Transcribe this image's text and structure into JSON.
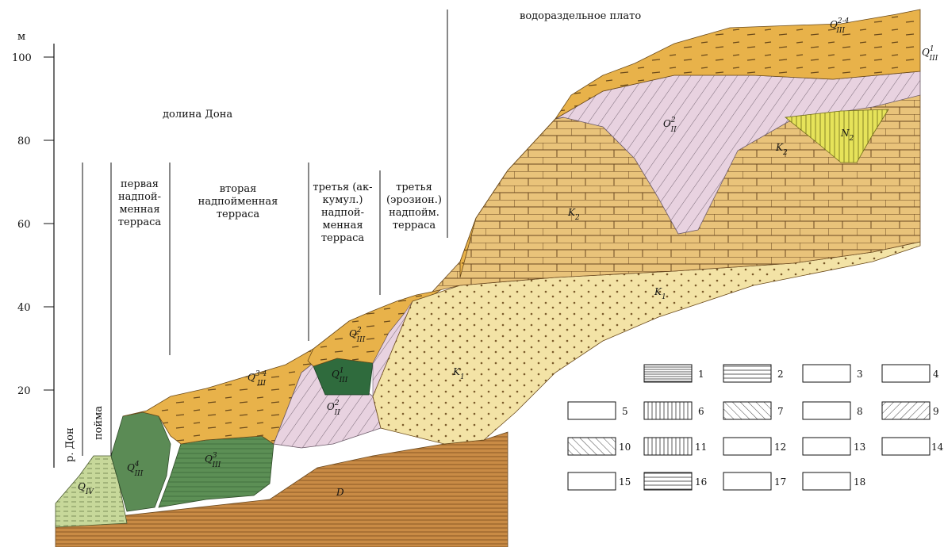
{
  "axis": {
    "unit": "м",
    "ticks": [
      "100",
      "80",
      "60",
      "40",
      "20"
    ]
  },
  "labels": {
    "plateau": "водораздельное плато",
    "valley": "долина Дона",
    "river": "р. Дон",
    "floodplain": "пойма",
    "terrace1": [
      "первая",
      "надпой-",
      "менная",
      "терраса"
    ],
    "terrace2": [
      "вторая",
      "надпойменная",
      "терраса"
    ],
    "terrace3a": [
      "третья (ак-",
      "кумул.)",
      "надпой-",
      "менная",
      "терраса"
    ],
    "terrace3e": [
      "третья",
      "(эрозион.)",
      "надпойм.",
      "терраса"
    ]
  },
  "strata": {
    "q3_2_4": "Q",
    "q3_2_4_sup": "2-4",
    "q3_2_4_sub": "III",
    "q3_1": "Q",
    "q3_1_sup": "1",
    "q3_1_sub": "III",
    "q2_2_plateau": "O",
    "q2_2_plateau_sup": "2",
    "q2_2_plateau_sub": "II",
    "k2_plateau": "K",
    "k2_plateau_sub": "2",
    "n2": "N",
    "n2_sub": "2",
    "k2_main": "K",
    "k2_main_sub": "2",
    "k1_top": "K",
    "k1_top_sub": "1",
    "k1_mid": "K",
    "k1_mid_sub": "1",
    "q3_2_t3": "Q",
    "q3_2_t3_sup": "2",
    "q3_2_t3_sub": "III",
    "q3_1_t3": "Q",
    "q3_1_t3_sup": "1",
    "q3_1_t3_sub": "III",
    "q2_2_t3": "O",
    "q2_2_t3_sup": "2",
    "q2_2_t3_sub": "II",
    "q3_34": "Q",
    "q3_34_sup": "3-4",
    "q3_34_sub": "III",
    "q3_3": "Q",
    "q3_3_sup": "3",
    "q3_3_sub": "III",
    "q3_4": "Q",
    "q3_4_sup": "4",
    "q3_4_sub": "III",
    "q4": "Q",
    "q4_sub": "IV",
    "d": "D"
  },
  "legend": [
    "1",
    "2",
    "3",
    "4",
    "5",
    "6",
    "7",
    "8",
    "9",
    "10",
    "11",
    "12",
    "13",
    "14",
    "15",
    "16",
    "17",
    "18"
  ],
  "colors": {
    "orange_loam": "#e8b24a",
    "sand_k1": "#f3e3a6",
    "limestone_k2": "#e9c37a",
    "pink_q2": "#e8d2e0",
    "green_dark": "#2f6b3d",
    "green_mid": "#5c8f55",
    "green_light": "#b9cf8c",
    "n2_yellow": "#e6e35a",
    "devonian": "#c98b45"
  }
}
